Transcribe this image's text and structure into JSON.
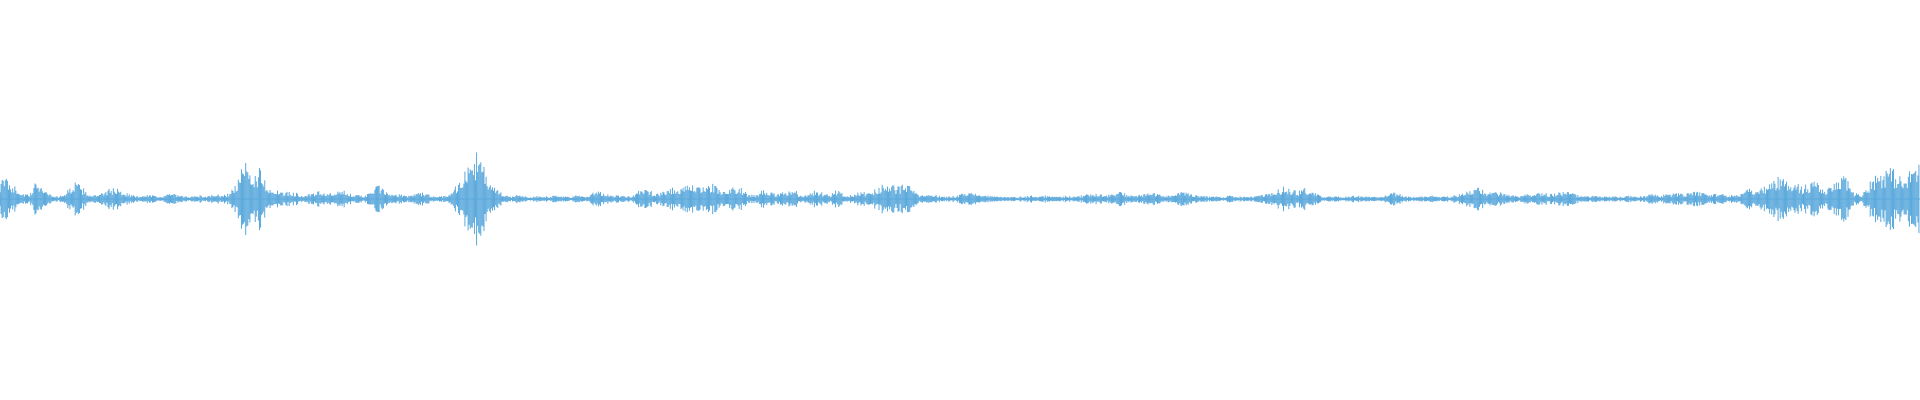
{
  "waveform": {
    "color": "#5aa8dc",
    "background": "#ffffff",
    "envelope": [
      0.14,
      0.18,
      0.1,
      0.05,
      0.03,
      0.16,
      0.08,
      0.03,
      0.02,
      0.06,
      0.14,
      0.1,
      0.04,
      0.03,
      0.05,
      0.09,
      0.08,
      0.05,
      0.03,
      0.02,
      0.04,
      0.03,
      0.02,
      0.05,
      0.03,
      0.02,
      0.02,
      0.03,
      0.02,
      0.04,
      0.03,
      0.05,
      0.14,
      0.3,
      0.18,
      0.26,
      0.12,
      0.08,
      0.05,
      0.06,
      0.05,
      0.03,
      0.04,
      0.06,
      0.05,
      0.04,
      0.07,
      0.06,
      0.03,
      0.03,
      0.05,
      0.12,
      0.06,
      0.03,
      0.04,
      0.03,
      0.04,
      0.06,
      0.03,
      0.02,
      0.03,
      0.06,
      0.16,
      0.24,
      0.4,
      0.3,
      0.14,
      0.08,
      0.03,
      0.02,
      0.04,
      0.02,
      0.02,
      0.03,
      0.02,
      0.03,
      0.02,
      0.02,
      0.03,
      0.02,
      0.05,
      0.07,
      0.04,
      0.03,
      0.03,
      0.02,
      0.06,
      0.08,
      0.06,
      0.05,
      0.08,
      0.1,
      0.09,
      0.11,
      0.1,
      0.12,
      0.13,
      0.08,
      0.05,
      0.11,
      0.09,
      0.04,
      0.03,
      0.1,
      0.05,
      0.04,
      0.06,
      0.09,
      0.03,
      0.04,
      0.07,
      0.05,
      0.04,
      0.08,
      0.03,
      0.03,
      0.06,
      0.05,
      0.08,
      0.11,
      0.14,
      0.1,
      0.12,
      0.09,
      0.03,
      0.03,
      0.04,
      0.02,
      0.02,
      0.03,
      0.06,
      0.05,
      0.04,
      0.03,
      0.02,
      0.02,
      0.02,
      0.02,
      0.02,
      0.03,
      0.02,
      0.03,
      0.02,
      0.02,
      0.03,
      0.02,
      0.03,
      0.04,
      0.05,
      0.03,
      0.04,
      0.06,
      0.04,
      0.03,
      0.03,
      0.06,
      0.04,
      0.03,
      0.03,
      0.05,
      0.06,
      0.04,
      0.03,
      0.02,
      0.02,
      0.02,
      0.03,
      0.02,
      0.02,
      0.02,
      0.03,
      0.04,
      0.06,
      0.1,
      0.08,
      0.06,
      0.09,
      0.06,
      0.03,
      0.02,
      0.02,
      0.02,
      0.02,
      0.03,
      0.02,
      0.02,
      0.02,
      0.03,
      0.05,
      0.04,
      0.02,
      0.02,
      0.02,
      0.03,
      0.02,
      0.02,
      0.03,
      0.04,
      0.06,
      0.1,
      0.08,
      0.05,
      0.06,
      0.04,
      0.03,
      0.02,
      0.04,
      0.03,
      0.06,
      0.04,
      0.05,
      0.06,
      0.05,
      0.03,
      0.02,
      0.03,
      0.02,
      0.02,
      0.02,
      0.02,
      0.03,
      0.02,
      0.03,
      0.04,
      0.03,
      0.04,
      0.05,
      0.04,
      0.05,
      0.06,
      0.05,
      0.04,
      0.05,
      0.03,
      0.03,
      0.05,
      0.08,
      0.06,
      0.1,
      0.14,
      0.18,
      0.14,
      0.16,
      0.1,
      0.12,
      0.16,
      0.06,
      0.1,
      0.16,
      0.18,
      0.06,
      0.03,
      0.12,
      0.2,
      0.24,
      0.26,
      0.2,
      0.14,
      0.28
    ]
  }
}
